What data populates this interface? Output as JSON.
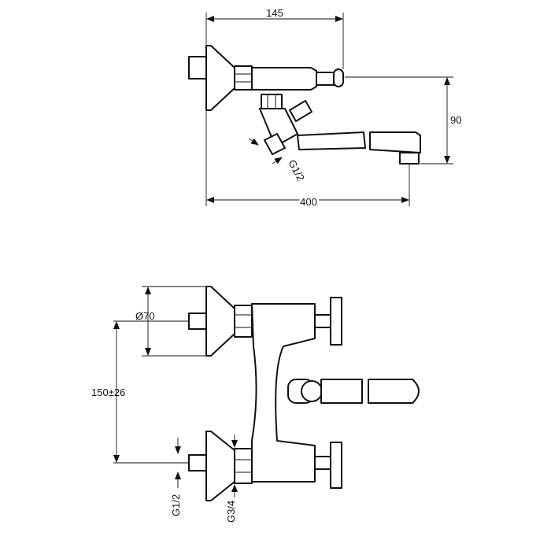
{
  "dimensions": {
    "top_width": "145",
    "top_height": "90",
    "top_length": "400",
    "top_inlet_thread": "G1/2",
    "front_diameter": "Ø70",
    "front_spacing": "150±26",
    "front_inlet_thread": "G1/2",
    "front_outlet_thread": "G3/4"
  }
}
